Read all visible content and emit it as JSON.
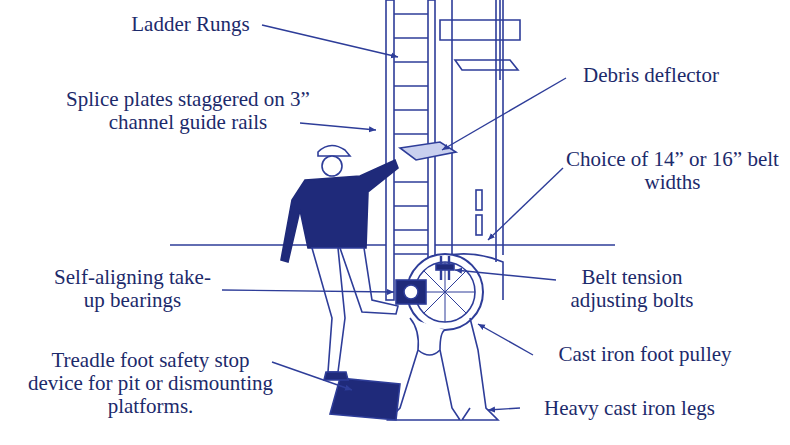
{
  "diagram": {
    "labels": [
      "Ladder Rungs",
      "Splice plates staggered on 3” channel guide rails",
      "Debris deflector",
      "Choice of 14” or 16” belt widths",
      "Self-aligning take-up bearings",
      "Belt tension adjusting bolts",
      "Treadle foot safety stop device for pit or dismounting platforms.",
      "Cast iron foot pulley",
      "Heavy cast iron legs"
    ]
  }
}
